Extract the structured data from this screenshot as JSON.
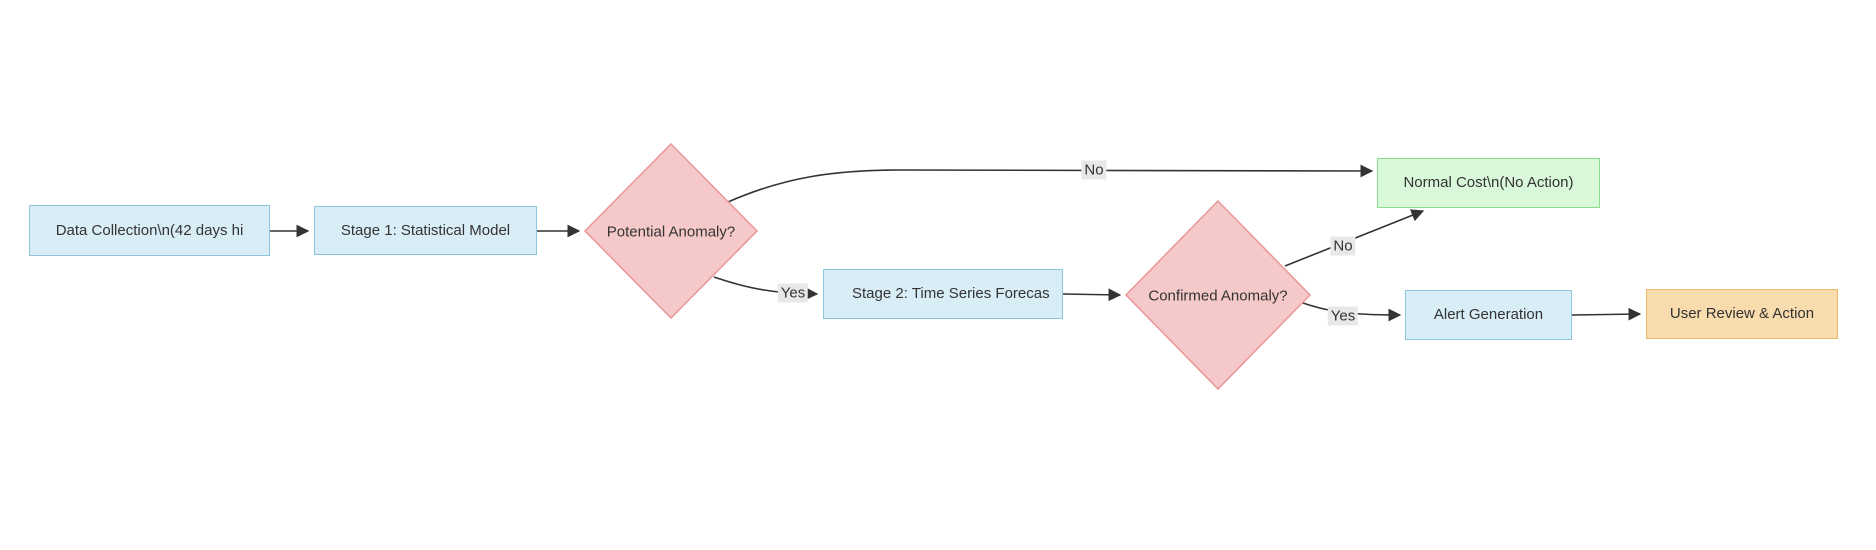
{
  "diagram": {
    "type": "flowchart",
    "direction": "left-to-right",
    "background": "#ffffff",
    "colors": {
      "process_fill": "#d9edf7",
      "process_stroke": "#8ec6e0",
      "decision_fill": "#f5c9c9",
      "decision_stroke": "#ea9999",
      "success_fill": "#d9f7d9",
      "success_stroke": "#8ade8a",
      "action_fill": "#f9dcae",
      "action_stroke": "#edb868",
      "edge_color": "#333333",
      "edge_label_background": "#e8e8e8",
      "text_color": "#333333"
    },
    "nodes": [
      {
        "id": "data_collection",
        "shape": "rect",
        "style": "process",
        "label": "Data Collection\\n(42 days hi"
      },
      {
        "id": "stage1",
        "shape": "rect",
        "style": "process",
        "label": "Stage 1: Statistical Model"
      },
      {
        "id": "potential_anomaly",
        "shape": "diamond",
        "style": "decision",
        "label": "Potential Anomaly?"
      },
      {
        "id": "stage2",
        "shape": "rect",
        "style": "process",
        "label": "Stage 2: Time Series Forecas"
      },
      {
        "id": "confirmed_anomaly",
        "shape": "diamond",
        "style": "decision",
        "label": "Confirmed Anomaly?"
      },
      {
        "id": "normal_cost",
        "shape": "rect",
        "style": "success",
        "label": "Normal Cost\\n(No Action)"
      },
      {
        "id": "alert_generation",
        "shape": "rect",
        "style": "process",
        "label": "Alert Generation"
      },
      {
        "id": "user_review",
        "shape": "rect",
        "style": "action",
        "label": "User Review & Action"
      }
    ],
    "edges": [
      {
        "from": "data_collection",
        "to": "stage1",
        "label": ""
      },
      {
        "from": "stage1",
        "to": "potential_anomaly",
        "label": ""
      },
      {
        "from": "potential_anomaly",
        "to": "normal_cost",
        "label": "No"
      },
      {
        "from": "potential_anomaly",
        "to": "stage2",
        "label": "Yes"
      },
      {
        "from": "stage2",
        "to": "confirmed_anomaly",
        "label": ""
      },
      {
        "from": "confirmed_anomaly",
        "to": "normal_cost",
        "label": "No"
      },
      {
        "from": "confirmed_anomaly",
        "to": "alert_generation",
        "label": "Yes"
      },
      {
        "from": "alert_generation",
        "to": "user_review",
        "label": ""
      }
    ]
  }
}
